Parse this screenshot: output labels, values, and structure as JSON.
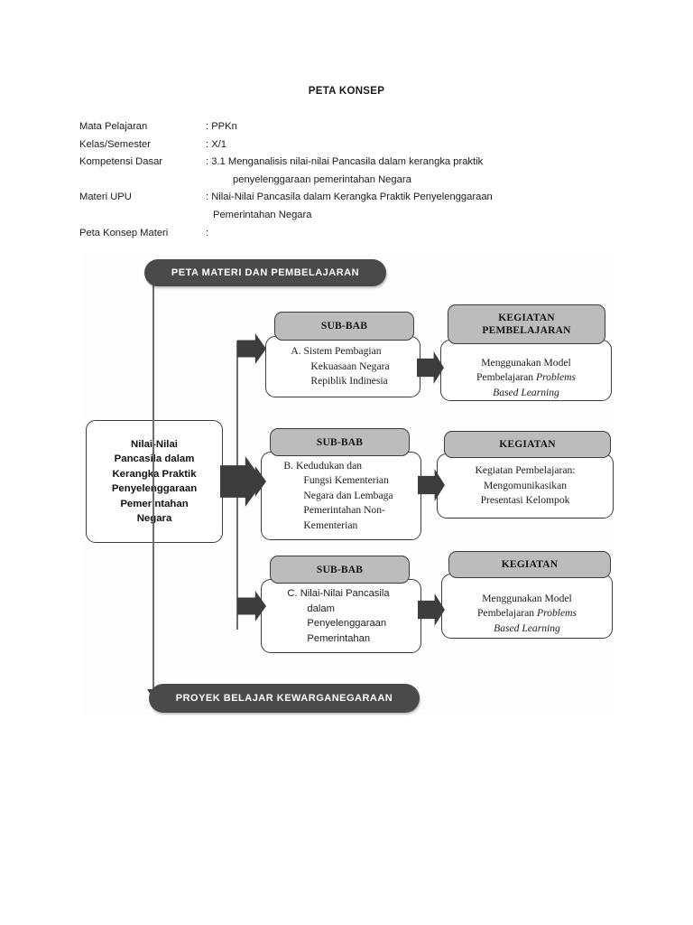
{
  "document": {
    "title": "PETA KONSEP"
  },
  "meta": {
    "rows": [
      {
        "label": "Mata Pelajaran",
        "value": ": PPKn"
      },
      {
        "label": "Kelas/Semester",
        "value": ": X/1"
      },
      {
        "label": "Kompetensi Dasar",
        "value": ": 3.1 Menganalisis nilai-nilai Pancasila dalam kerangka praktik"
      },
      {
        "label": "",
        "value": "penyelenggaraan pemerintahan Negara"
      },
      {
        "label": "Materi UPU",
        "value": ": Nilai-Nilai Pancasila dalam Kerangka Praktik Penyelenggaraan"
      },
      {
        "label": "",
        "value": "Pemerintahan Negara"
      },
      {
        "label": "Peta Konsep Materi",
        "value": ":"
      }
    ]
  },
  "diagram": {
    "top_banner": "PETA MATERI DAN PEMBELAJARAN",
    "bottom_banner": "PROYEK BELAJAR KEWARGANEGARAAN",
    "main_node": "Nilai-Nilai\nPancasila dalam\nKerangka Praktik\nPenyelenggaraan\nPemerintahan\nNegara",
    "rows": [
      {
        "subbab_header": "SUB-BAB",
        "subbab_body": "A. Sistem Pembagian\nKekuasaan Negara\nRepiblik Indinesia",
        "kegiatan_header": "KEGIATAN\nPEMBELAJARAN",
        "kegiatan_body_pre": "Menggunakan Model\nPembelajaran ",
        "kegiatan_body_italic": "Problems\nBased Learning",
        "kegiatan_body_post": ""
      },
      {
        "subbab_header": "SUB-BAB",
        "subbab_body": "B. Kedudukan dan\nFungsi Kementerian\nNegara dan Lembaga\nPemerintahan Non-\nKementerian",
        "kegiatan_header": "KEGIATAN",
        "kegiatan_body_pre": "Kegiatan Pembelajaran:\nMengomunikasikan\nPresentasi Kelompok",
        "kegiatan_body_italic": "",
        "kegiatan_body_post": ""
      },
      {
        "subbab_header": "SUB-BAB",
        "subbab_body": "C. Nilai-Nilai Pancasila\ndalam\nPenyelenggaraan\nPemerintahan",
        "kegiatan_header": "KEGIATAN",
        "kegiatan_body_pre": "Menggunakan Model\nPembelajaran ",
        "kegiatan_body_italic": "Problems\nBased Learning",
        "kegiatan_body_post": ""
      }
    ]
  },
  "colors": {
    "banner_dark": "#4a4a4a",
    "header_gray": "#bcbcbc",
    "outline": "#3b3b3b",
    "arrow": "#3d3d3d",
    "canvas": "#fdfdfd"
  }
}
